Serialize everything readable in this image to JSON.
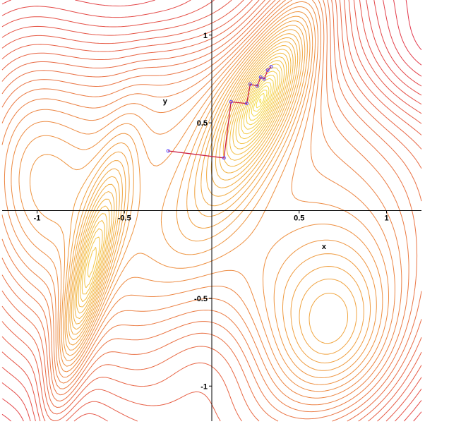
{
  "chart_data": {
    "type": "line",
    "title": "",
    "xlabel": "x",
    "ylabel": "y",
    "xlim": [
      -1.2,
      1.2
    ],
    "ylim": [
      -1.2,
      1.2
    ],
    "x_ticks": [
      {
        "value": -1,
        "label": "-1"
      },
      {
        "value": -0.5,
        "label": "-0.5"
      },
      {
        "value": 0.5,
        "label": "0.5"
      },
      {
        "value": 1,
        "label": "1"
      }
    ],
    "y_ticks": [
      {
        "value": 1,
        "label": "1"
      },
      {
        "value": 0.5,
        "label": "0.5"
      },
      {
        "value": -0.5,
        "label": "-0.5"
      },
      {
        "value": -1,
        "label": "-1"
      }
    ],
    "grid": false,
    "legend": "none",
    "contour_plot": true,
    "contour_colors": {
      "low": "#f5e44a",
      "mid": "#f0a040",
      "high": "#e0304a"
    },
    "series": [
      {
        "color": "#cc2244",
        "marker_color": "#5a49ff",
        "x": [
          -0.25,
          0.07,
          0.11,
          0.2,
          0.22,
          0.26,
          0.28,
          0.3,
          0.32,
          0.34
        ],
        "y": [
          0.34,
          0.3,
          0.62,
          0.61,
          0.72,
          0.71,
          0.76,
          0.75,
          0.8,
          0.82
        ]
      }
    ]
  }
}
